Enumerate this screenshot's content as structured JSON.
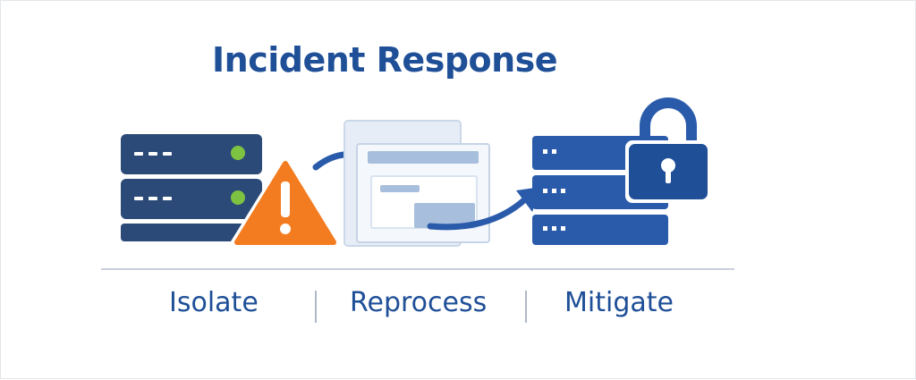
{
  "title": "Incident Response",
  "steps": [
    {
      "label": "Isolate",
      "icon": "server-warning-icon"
    },
    {
      "label": "Reprocess",
      "icon": "window-reprocess-icon"
    },
    {
      "label": "Mitigate",
      "icon": "server-lock-icon"
    }
  ],
  "colors": {
    "primary": "#1e4f97",
    "server_dark": "#2b4a78",
    "server_blue": "#2a5bab",
    "warning": "#f47c20",
    "status_green": "#7ec242",
    "window_light": "#d9e4f1",
    "window_accent": "#a7bfdc",
    "divider": "#c9d0dc"
  }
}
